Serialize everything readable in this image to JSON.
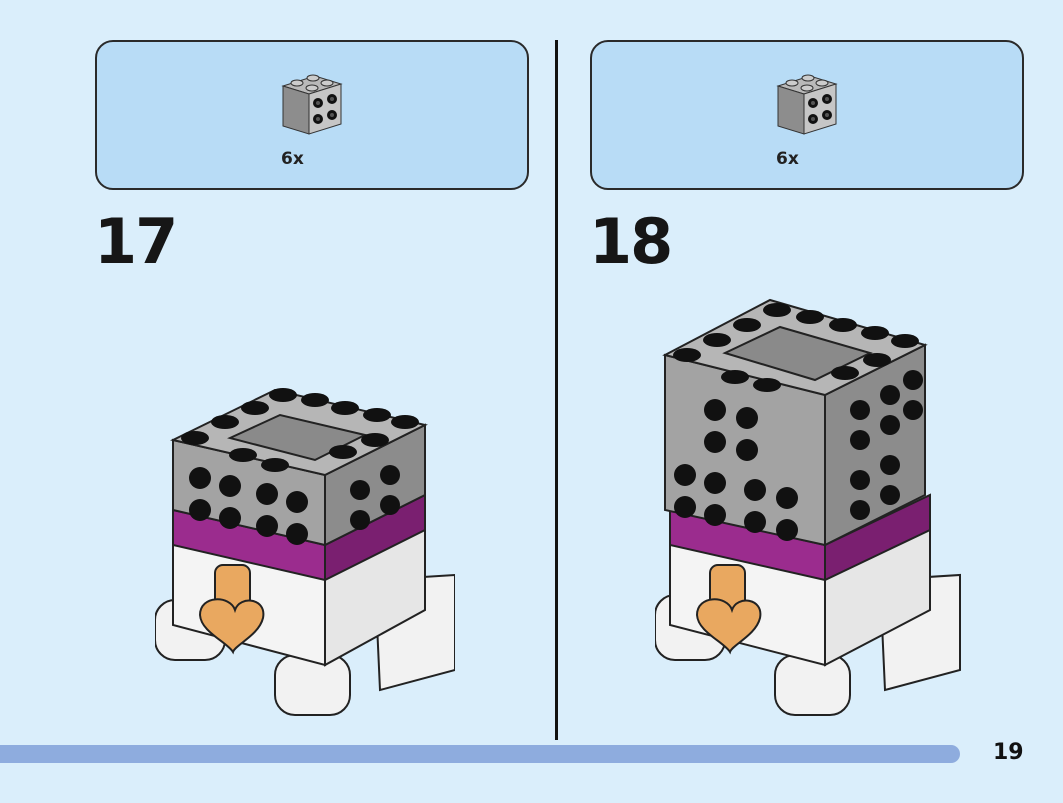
{
  "page": {
    "number": "19"
  },
  "steps": [
    {
      "number": "17",
      "parts": [
        {
          "name": "grey-brick-2x2-studs-side",
          "quantity": "6x"
        }
      ]
    },
    {
      "number": "18",
      "parts": [
        {
          "name": "grey-brick-2x2-studs-side",
          "quantity": "6x"
        }
      ]
    }
  ],
  "colors": {
    "background": "#daeefb",
    "parts_box": "#b8dcf6",
    "progress_bar": "#8eacde",
    "brick_grey": "#a0a0a0",
    "brick_purple": "#9b2c8e",
    "brick_white": "#f2f2f2",
    "stud_black": "#111111",
    "accent_orange": "#e9a860"
  }
}
